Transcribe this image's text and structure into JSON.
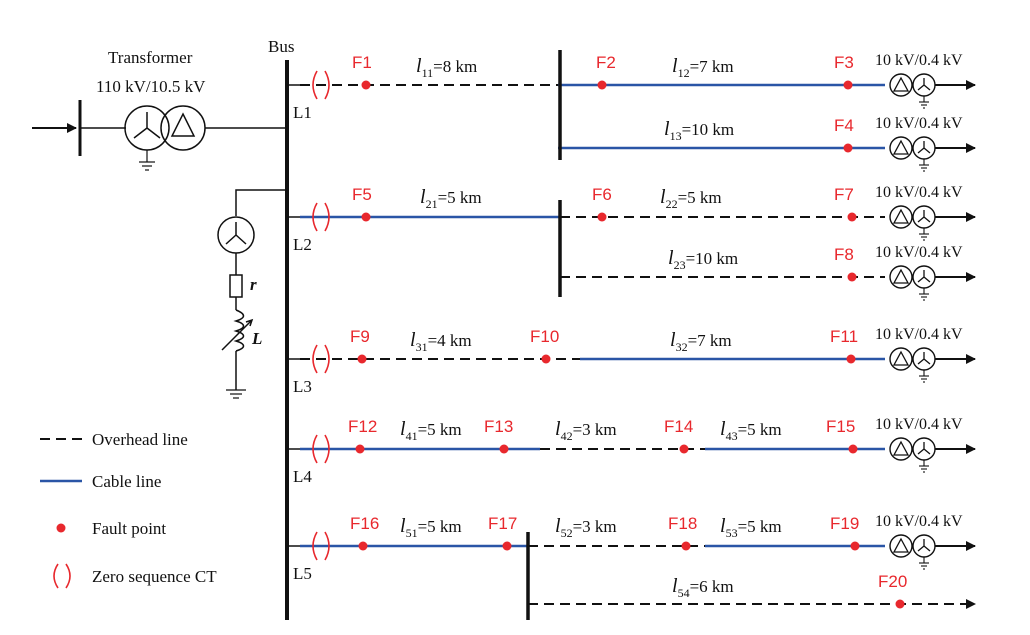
{
  "colors": {
    "fault": "#e8282d",
    "cable": "#2a55a6",
    "line": "#111111"
  },
  "header": {
    "transformer_title": "Transformer",
    "transformer_rating": "110 kV/10.5 kV",
    "bus_label": "Bus"
  },
  "feeders": [
    {
      "name": "L1"
    },
    {
      "name": "L2"
    },
    {
      "name": "L3"
    },
    {
      "name": "L4"
    },
    {
      "name": "L5"
    }
  ],
  "segments": [
    {
      "id": "11",
      "length": "=8 km",
      "type": "overhead"
    },
    {
      "id": "12",
      "length": "=7 km",
      "type": "cable"
    },
    {
      "id": "13",
      "length": "=10 km",
      "type": "cable"
    },
    {
      "id": "21",
      "length": "=5 km",
      "type": "cable"
    },
    {
      "id": "22",
      "length": "=5 km",
      "type": "overhead"
    },
    {
      "id": "23",
      "length": "=10 km",
      "type": "overhead"
    },
    {
      "id": "31",
      "length": "=4 km",
      "type": "overhead"
    },
    {
      "id": "32",
      "length": "=7 km",
      "type": "cable"
    },
    {
      "id": "41",
      "length": "=5 km",
      "type": "cable"
    },
    {
      "id": "42",
      "length": "=3 km",
      "type": "overhead"
    },
    {
      "id": "43",
      "length": "=5 km",
      "type": "cable"
    },
    {
      "id": "51",
      "length": "=5 km",
      "type": "cable"
    },
    {
      "id": "52",
      "length": "=3 km",
      "type": "overhead"
    },
    {
      "id": "53",
      "length": "=5 km",
      "type": "cable"
    },
    {
      "id": "54",
      "length": "=6 km",
      "type": "overhead"
    }
  ],
  "faults": [
    "F1",
    "F2",
    "F3",
    "F4",
    "F5",
    "F6",
    "F7",
    "F8",
    "F9",
    "F10",
    "F11",
    "F12",
    "F13",
    "F14",
    "F15",
    "F16",
    "F17",
    "F18",
    "F19",
    "F20"
  ],
  "load_rating": "10 kV/0.4 kV",
  "grounding": {
    "r_label": "r",
    "L_label": "L"
  },
  "legend": {
    "overhead": "Overhead line",
    "cable": "Cable line",
    "fault": "Fault point",
    "ct": "Zero sequence CT"
  }
}
